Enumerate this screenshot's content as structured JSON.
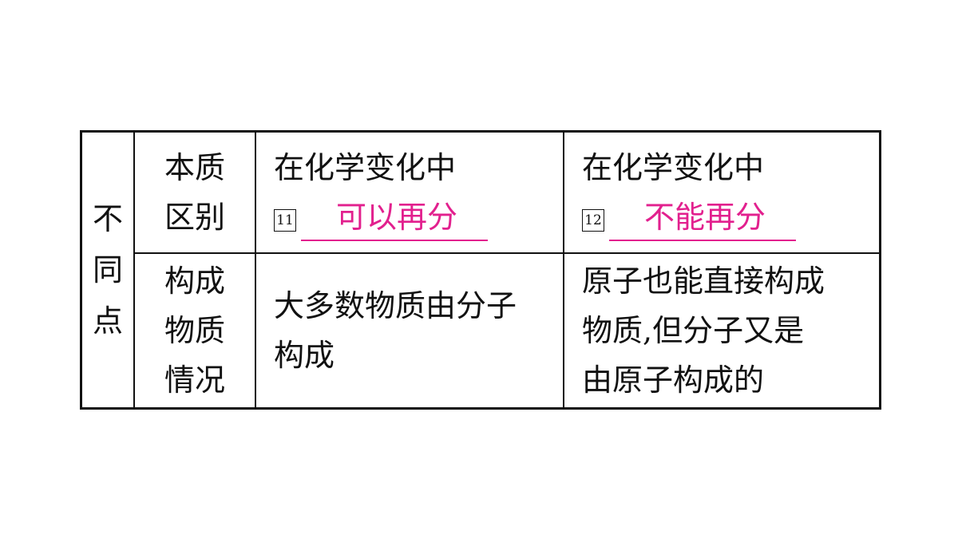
{
  "category": [
    "不",
    "同",
    "点"
  ],
  "rows": [
    {
      "aspect_lines": [
        "本质",
        "区别"
      ],
      "molecule_text": "在化学变化中",
      "molecule_num": "11",
      "molecule_answer": "可以再分",
      "atom_text": "在化学变化中",
      "atom_num": "12",
      "atom_answer": "不能再分"
    },
    {
      "aspect_lines": [
        "构成",
        "物质",
        "情况"
      ],
      "molecule_lines": [
        "大多数物质由分子",
        "构成"
      ],
      "atom_lines": [
        "原子也能直接构成",
        "物质,但分子又是",
        "由原子构成的"
      ]
    }
  ],
  "colors": {
    "answer": "#e2208e",
    "text": "#111111"
  }
}
